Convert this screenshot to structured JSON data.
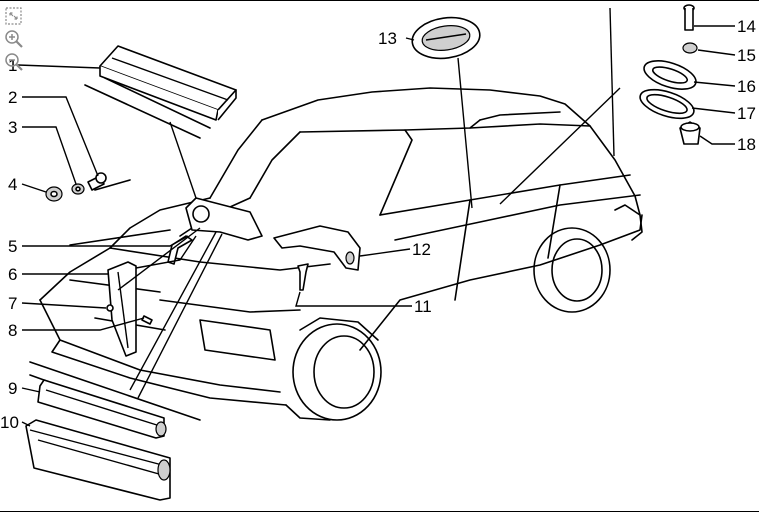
{
  "toolbar": {
    "items": [
      {
        "name": "fit-icon"
      },
      {
        "name": "zoom-in-icon"
      },
      {
        "name": "zoom-out-icon"
      }
    ]
  },
  "diagram": {
    "callouts": [
      "1",
      "2",
      "3",
      "4",
      "5",
      "6",
      "7",
      "8",
      "9",
      "10",
      "11",
      "12",
      "13",
      "14",
      "15",
      "16",
      "17",
      "18"
    ]
  },
  "colors": {
    "line": "#000000",
    "background": "#ffffff",
    "toolbar_icon": "#8a8a8a"
  }
}
